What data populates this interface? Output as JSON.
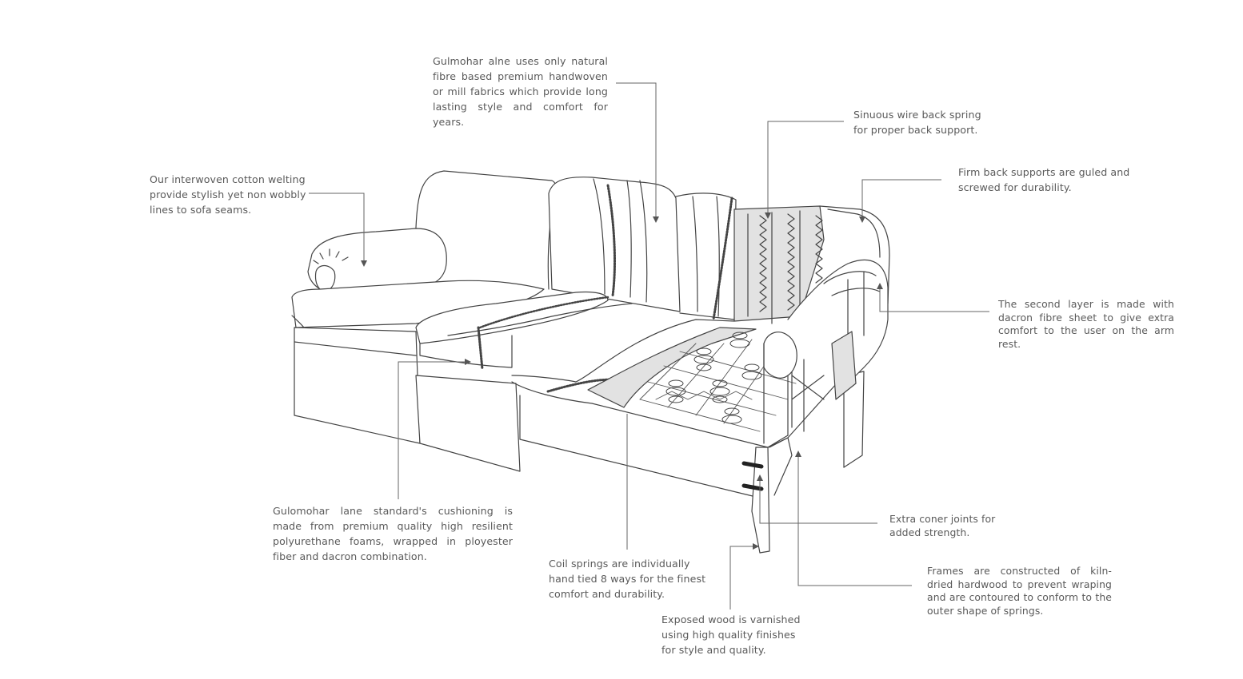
{
  "callouts": {
    "fabrics": "Gulmohar alne uses only natural fibre based premium handwoven or mill fabrics which provide long lasting style and comfort for years.",
    "welting": "Our interwoven cotton welting provide stylish yet non wobbly lines to sofa seams.",
    "back_spring": "Sinuous wire back spring for proper back support.",
    "back_supports": "Firm back supports are guled and screwed for durability.",
    "second_layer": "The second layer is made with dacron fibre sheet to give extra comfort to the user on the arm rest.",
    "cushioning": "Gulomohar lane standard's cushioning is made from premium quality high resilient polyurethane foams, wrapped in ployester fiber and dacron combination.",
    "coil_springs": "Coil springs are individually hand tied 8 ways for the finest comfort and durability.",
    "corner_joints": "Extra coner joints for added strength.",
    "frames": "Frames are constructed of kiln- dried hardwood to prevent wraping and are contoured to conform to the outer shape of springs.",
    "exposed_wood": "Exposed wood is varnished using high quality finishes for style and quality."
  },
  "colors": {
    "line": "#666666",
    "sofa_stroke": "#444444",
    "fill_cutaway": "#e2e2e2",
    "text": "#5a5a5a"
  }
}
